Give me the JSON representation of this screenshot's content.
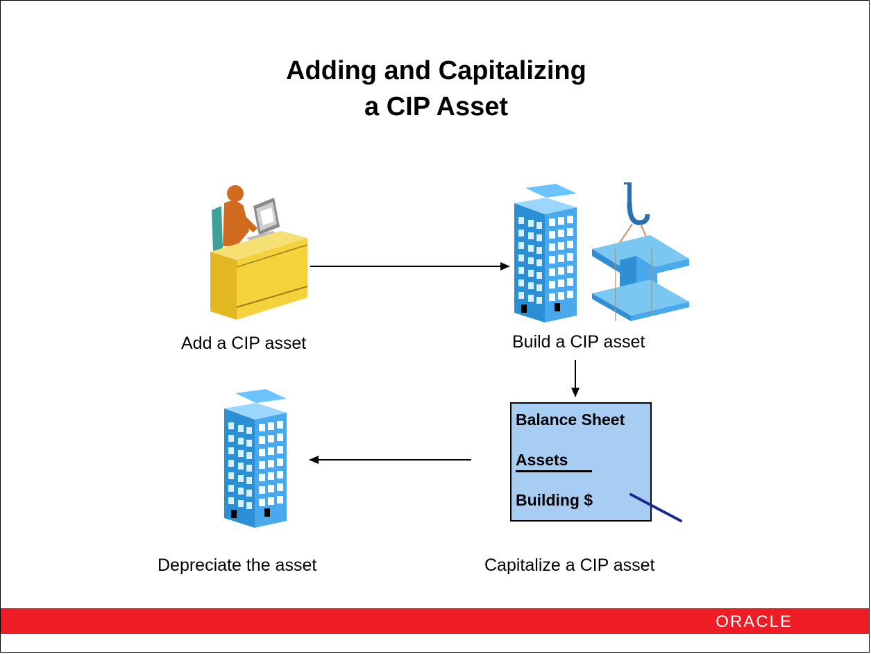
{
  "title": {
    "line1": "Adding and Capitalizing",
    "line2": "a CIP Asset"
  },
  "steps": {
    "add": "Add a CIP asset",
    "build": "Build a CIP asset",
    "capitalize": "Capitalize a CIP asset",
    "depreciate": "Depreciate the asset"
  },
  "balance_sheet": {
    "heading": "Balance Sheet",
    "section": "Assets",
    "item": "Building $"
  },
  "footer": {
    "brand": "ORACLE"
  },
  "colors": {
    "footer_bar": "#ee1c25",
    "sheet_fill": "#a8cdf2",
    "building": "#3a9be0",
    "desk": "#f4d23c"
  }
}
